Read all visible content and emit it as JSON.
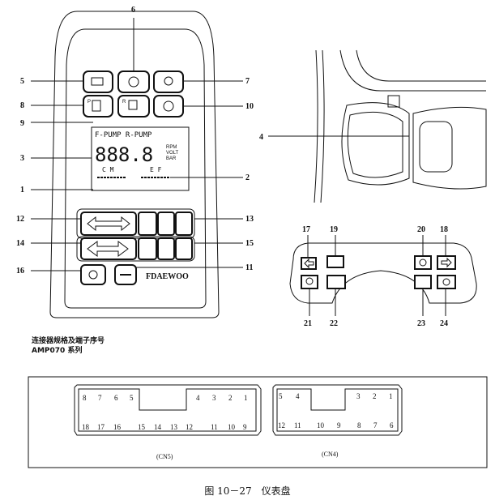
{
  "panel": {
    "lcd_line1": "F-PUMP R-PUMP",
    "lcd_digits": "888.8",
    "lcd_units": [
      "RPM",
      "VOLT",
      "BAR"
    ],
    "gauge_left": "C  M",
    "gauge_right": "E    F",
    "brand": "FDAEWOO",
    "key_p": "P",
    "key_r": "R"
  },
  "callouts": [
    "1",
    "2",
    "3",
    "4",
    "5",
    "6",
    "7",
    "8",
    "9",
    "10",
    "11",
    "12",
    "13",
    "14",
    "15",
    "16",
    "17",
    "18",
    "19",
    "20",
    "21",
    "22",
    "23",
    "24"
  ],
  "connector": {
    "title_line1": "连接器规格及端子序号",
    "title_line2": "AMP070 系列",
    "cn5_top": [
      "8",
      "7",
      "6",
      "5",
      "4",
      "3",
      "2",
      "1"
    ],
    "cn5_bottom": [
      "18",
      "17",
      "16",
      "15",
      "14",
      "13",
      "12",
      "11",
      "10",
      "9"
    ],
    "cn4_top": [
      "5",
      "4",
      "3",
      "2",
      "1"
    ],
    "cn4_bottom": [
      "12",
      "11",
      "10",
      "9",
      "8",
      "7",
      "6"
    ],
    "cn5_label": "(CN5)",
    "cn4_label": "(CN4)"
  },
  "caption": "图 10－27　仪表盘"
}
